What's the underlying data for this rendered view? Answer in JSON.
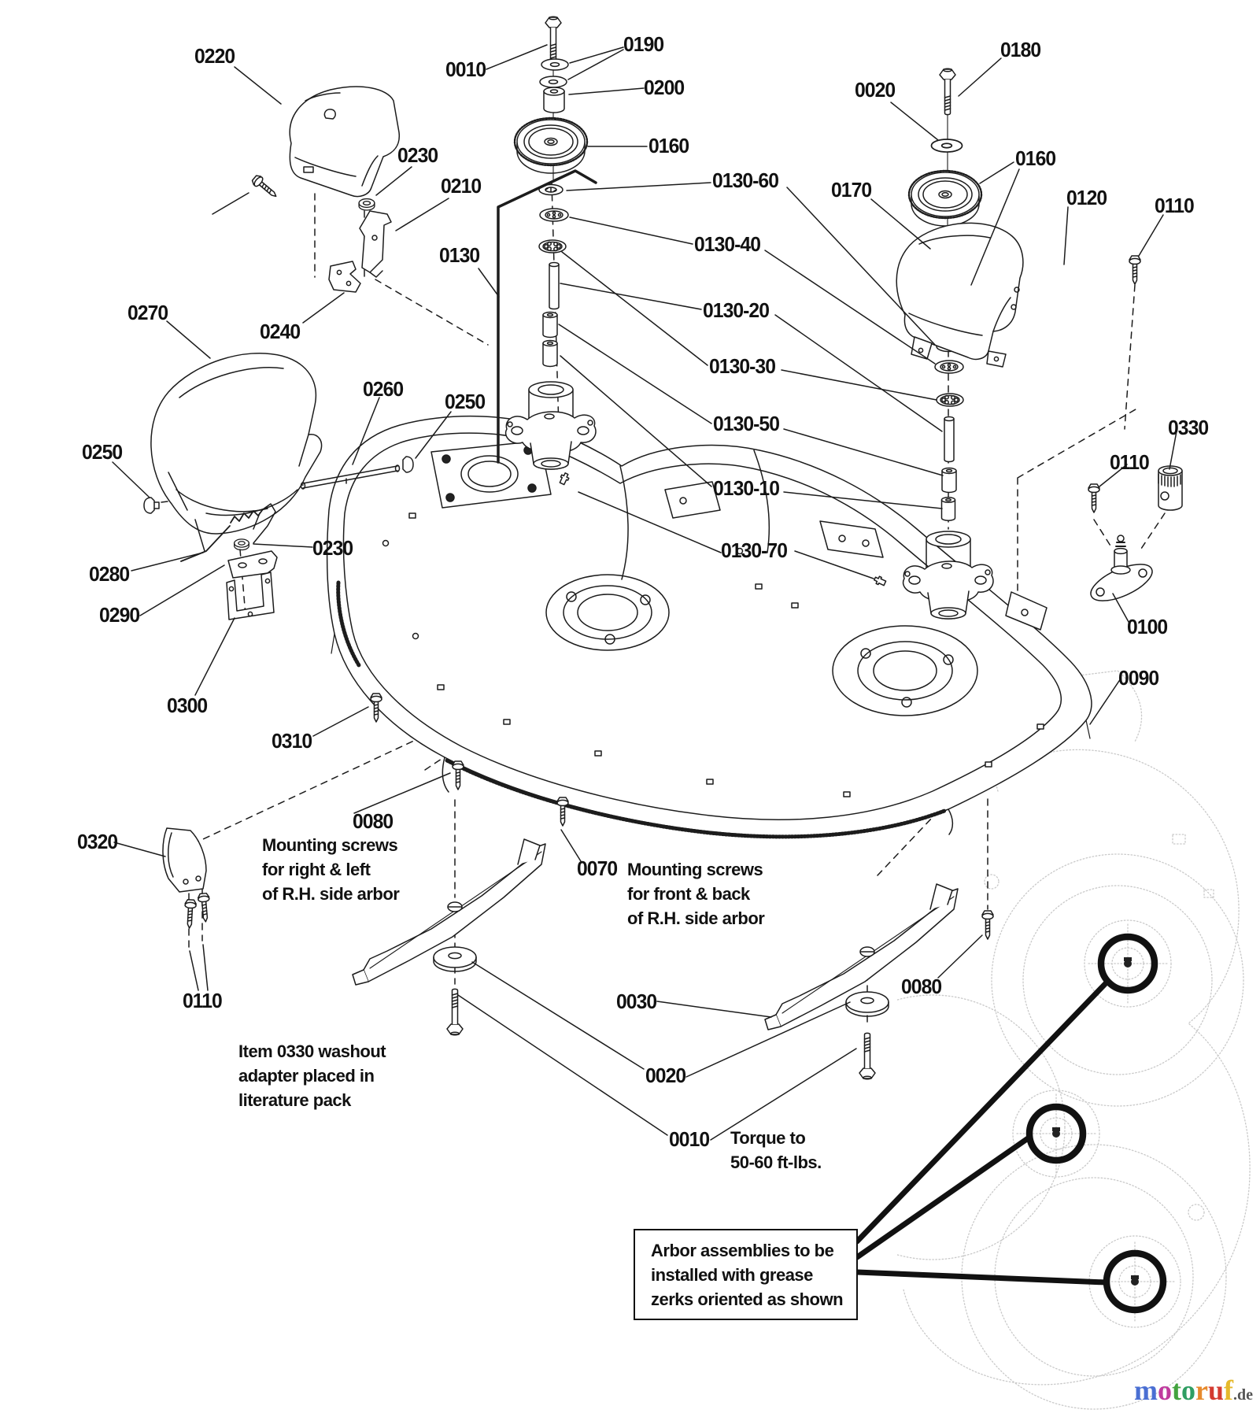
{
  "diagram": {
    "callouts": {
      "c0010": "0010",
      "c0020": "0020",
      "c0030": "0030",
      "c0070": "0070",
      "c0080": "0080",
      "c0090": "0090",
      "c0100": "0100",
      "c0110": "0110",
      "c0120": "0120",
      "c0130": "0130",
      "c0130_10": "0130-10",
      "c0130_20": "0130-20",
      "c0130_30": "0130-30",
      "c0130_40": "0130-40",
      "c0130_50": "0130-50",
      "c0130_60": "0130-60",
      "c0130_70": "0130-70",
      "c0160": "0160",
      "c0170": "0170",
      "c0180": "0180",
      "c0190": "0190",
      "c0200": "0200",
      "c0210": "0210",
      "c0220": "0220",
      "c0230": "0230",
      "c0240": "0240",
      "c0250": "0250",
      "c0260": "0260",
      "c0270": "0270",
      "c0280": "0280",
      "c0290": "0290",
      "c0300": "0300",
      "c0310": "0310",
      "c0320": "0320",
      "c0330": "0330"
    },
    "notes": {
      "mount_rl": [
        "Mounting screws",
        "for right & left",
        "of R.H. side arbor"
      ],
      "mount_fb": [
        "Mounting screws",
        "for front & back",
        "of R.H. side arbor"
      ],
      "washout": [
        "Item 0330 washout",
        "adapter placed in",
        "literature pack"
      ],
      "torque": [
        "Torque to",
        "50-60 ft-lbs."
      ],
      "arbor_box": [
        "Arbor assemblies to be",
        "installed with grease",
        "zerks oriented as shown"
      ]
    },
    "watermark": {
      "letters": [
        {
          "ch": "m",
          "color": "#4a6fd3"
        },
        {
          "ch": "o",
          "color": "#c03a9e"
        },
        {
          "ch": "t",
          "color": "#43a33f"
        },
        {
          "ch": "o",
          "color": "#2f9e63"
        },
        {
          "ch": "r",
          "color": "#e78a2d"
        },
        {
          "ch": "u",
          "color": "#d43b31"
        },
        {
          "ch": "f",
          "color": "#e5b92c"
        }
      ],
      "suffix": ".de"
    },
    "colors": {
      "line": "#1c1c1c",
      "ghost": "#c9c9c9",
      "heavy": "#111111"
    }
  }
}
